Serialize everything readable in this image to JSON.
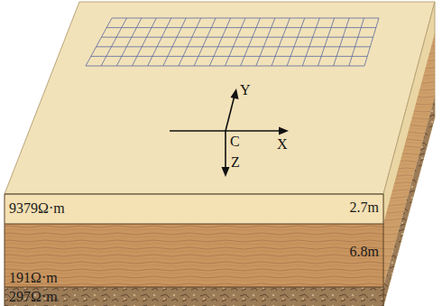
{
  "diagram": {
    "nodes": [
      {
        "text": [
          "9379Ω·m",
          "2.7m"
        ]
      },
      {
        "text": [
          "191Ω·m",
          "6.8m"
        ]
      },
      {
        "text": [
          "297Ω·m"
        ]
      }
    ],
    "labels": [
      "Y",
      "C",
      "X",
      "Z"
    ]
  }
}
